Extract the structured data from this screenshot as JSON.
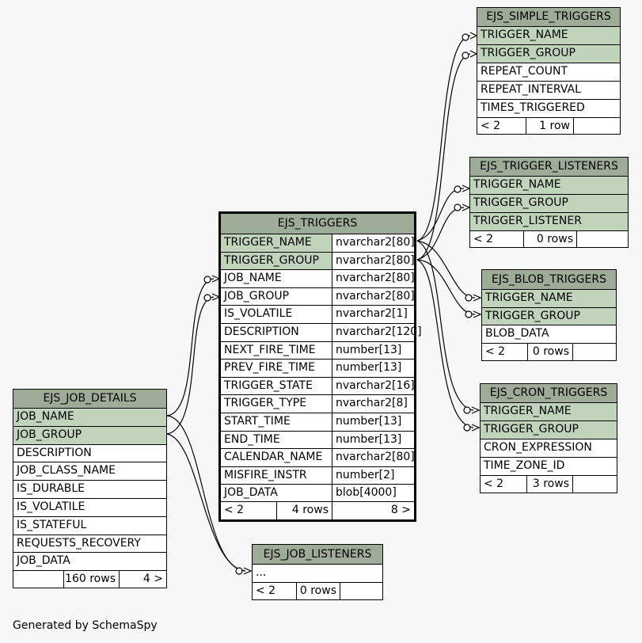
{
  "tables": {
    "ejs_simple_triggers": {
      "name": "EJS_SIMPLE_TRIGGERS",
      "columns": [
        "TRIGGER_NAME",
        "TRIGGER_GROUP",
        "REPEAT_COUNT",
        "REPEAT_INTERVAL",
        "TIMES_TRIGGERED"
      ],
      "footer": [
        "< 2",
        "1 row",
        ""
      ]
    },
    "ejs_trigger_listeners": {
      "name": "EJS_TRIGGER_LISTENERS",
      "columns": [
        "TRIGGER_NAME",
        "TRIGGER_GROUP",
        "TRIGGER_LISTENER"
      ],
      "footer": [
        "< 2",
        "0 rows",
        ""
      ]
    },
    "ejs_triggers": {
      "name": "EJS_TRIGGERS",
      "columns": [
        {
          "name": "TRIGGER_NAME",
          "type": "nvarchar2[80]"
        },
        {
          "name": "TRIGGER_GROUP",
          "type": "nvarchar2[80]"
        },
        {
          "name": "JOB_NAME",
          "type": "nvarchar2[80]"
        },
        {
          "name": "JOB_GROUP",
          "type": "nvarchar2[80]"
        },
        {
          "name": "IS_VOLATILE",
          "type": "nvarchar2[1]"
        },
        {
          "name": "DESCRIPTION",
          "type": "nvarchar2[120]"
        },
        {
          "name": "NEXT_FIRE_TIME",
          "type": "number[13]"
        },
        {
          "name": "PREV_FIRE_TIME",
          "type": "number[13]"
        },
        {
          "name": "TRIGGER_STATE",
          "type": "nvarchar2[16]"
        },
        {
          "name": "TRIGGER_TYPE",
          "type": "nvarchar2[8]"
        },
        {
          "name": "START_TIME",
          "type": "number[13]"
        },
        {
          "name": "END_TIME",
          "type": "number[13]"
        },
        {
          "name": "CALENDAR_NAME",
          "type": "nvarchar2[80]"
        },
        {
          "name": "MISFIRE_INSTR",
          "type": "number[2]"
        },
        {
          "name": "JOB_DATA",
          "type": "blob[4000]"
        }
      ],
      "footer": [
        "< 2",
        "4 rows",
        "8 >"
      ]
    },
    "ejs_blob_triggers": {
      "name": "EJS_BLOB_TRIGGERS",
      "columns": [
        "TRIGGER_NAME",
        "TRIGGER_GROUP",
        "BLOB_DATA"
      ],
      "footer": [
        "< 2",
        "0 rows",
        ""
      ]
    },
    "ejs_cron_triggers": {
      "name": "EJS_CRON_TRIGGERS",
      "columns": [
        "TRIGGER_NAME",
        "TRIGGER_GROUP",
        "CRON_EXPRESSION",
        "TIME_ZONE_ID"
      ],
      "footer": [
        "< 2",
        "3 rows",
        ""
      ]
    },
    "ejs_job_details": {
      "name": "EJS_JOB_DETAILS",
      "columns": [
        "JOB_NAME",
        "JOB_GROUP",
        "DESCRIPTION",
        "JOB_CLASS_NAME",
        "IS_DURABLE",
        "IS_VOLATILE",
        "IS_STATEFUL",
        "REQUESTS_RECOVERY",
        "JOB_DATA"
      ],
      "footer": [
        "",
        "160 rows",
        "4 >"
      ]
    },
    "ejs_job_listeners": {
      "name": "EJS_JOB_LISTENERS",
      "columns": [
        "..."
      ],
      "footer": [
        "< 2",
        "0 rows",
        ""
      ]
    }
  },
  "footer_text": "Generated by SchemaSpy",
  "colors": {
    "title_bg": "#9eab96",
    "key_bg": "#bfd4bb",
    "page_bg": "#f7f7f7"
  }
}
